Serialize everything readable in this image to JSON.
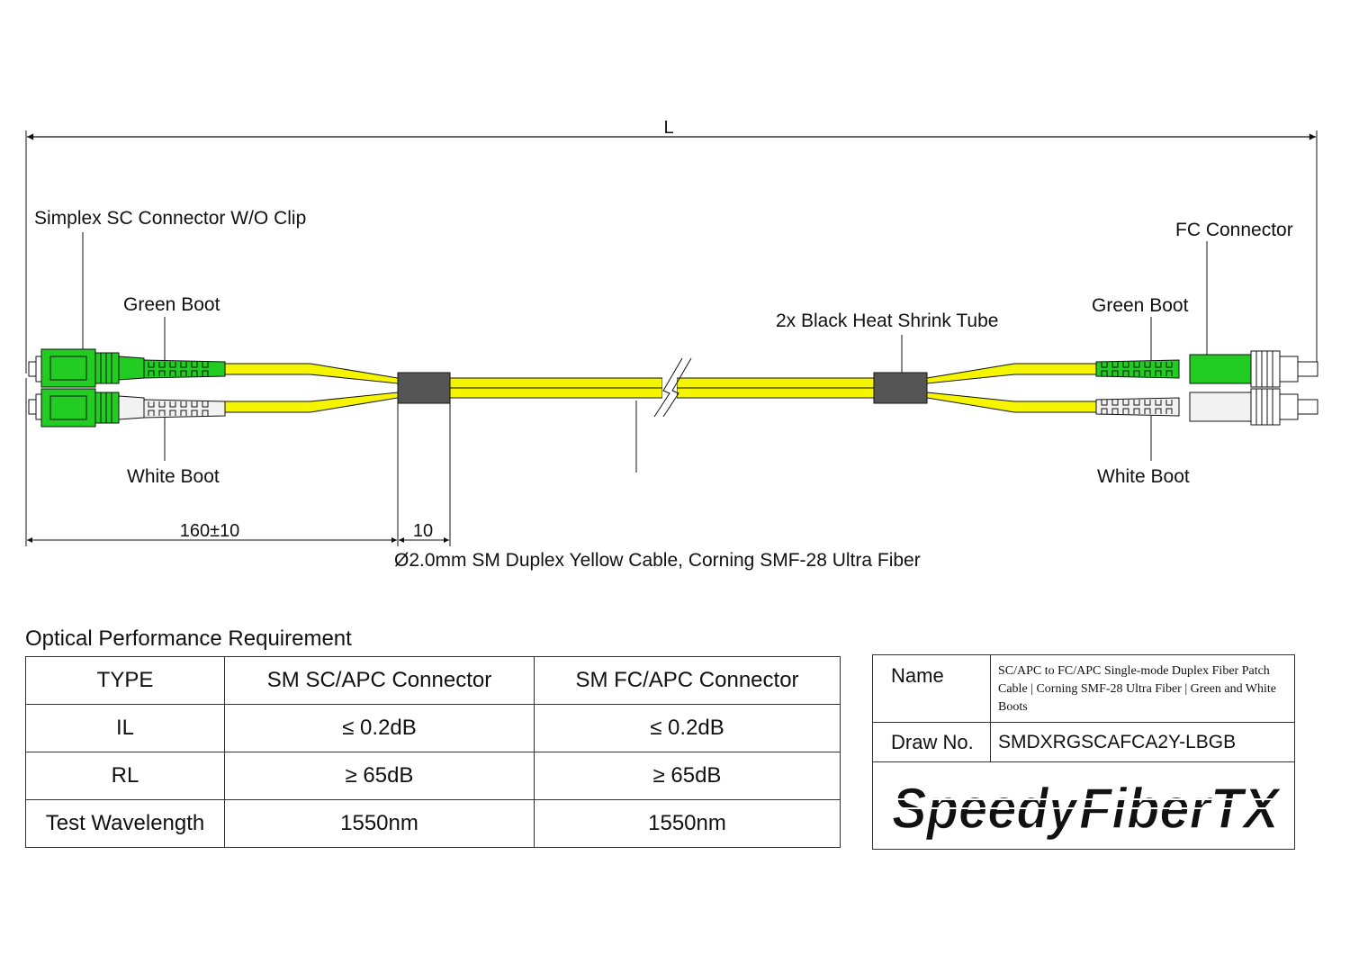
{
  "drawing": {
    "length_label": "L",
    "labels": {
      "sc_connector": "Simplex SC Connector W/O Clip",
      "left_green_boot": "Green Boot",
      "left_white_boot": "White Boot",
      "fc_connector": "FC Connector",
      "right_green_boot": "Green Boot",
      "right_white_boot": "White Boot",
      "heat_shrink": "2x Black Heat Shrink Tube",
      "breakout_dim": "160±10",
      "shrink_dim": "10",
      "cable_desc": "Ø2.0mm SM Duplex Yellow Cable, Corning SMF-28 Ultra Fiber"
    },
    "colors": {
      "cable": "#f5f500",
      "green_connector": "#22cc22",
      "white_boot": "#f2f2f2",
      "heat_shrink": "#555555"
    }
  },
  "performance": {
    "title": "Optical Performance Requirement",
    "header": [
      "TYPE",
      "SM SC/APC Connector",
      "SM FC/APC Connector"
    ],
    "rows": [
      [
        "IL",
        "≤ 0.2dB",
        "≤ 0.2dB"
      ],
      [
        "RL",
        "≥ 65dB",
        "≥ 65dB"
      ],
      [
        "Test Wavelength",
        "1550nm",
        "1550nm"
      ]
    ]
  },
  "info": {
    "name_key": "Name",
    "name_value": "SC/APC to FC/APC Single-mode Duplex Fiber Patch Cable | Corning SMF-28 Ultra Fiber | Green and White Boots",
    "draw_key": "Draw No.",
    "draw_value": "SMDXRGSCAFCA2Y-LBGB"
  },
  "logo": {
    "part1": "Speedy",
    "part2": "FiberTX",
    "color1": "#d92b2b",
    "color2": "#1a8fd6"
  }
}
